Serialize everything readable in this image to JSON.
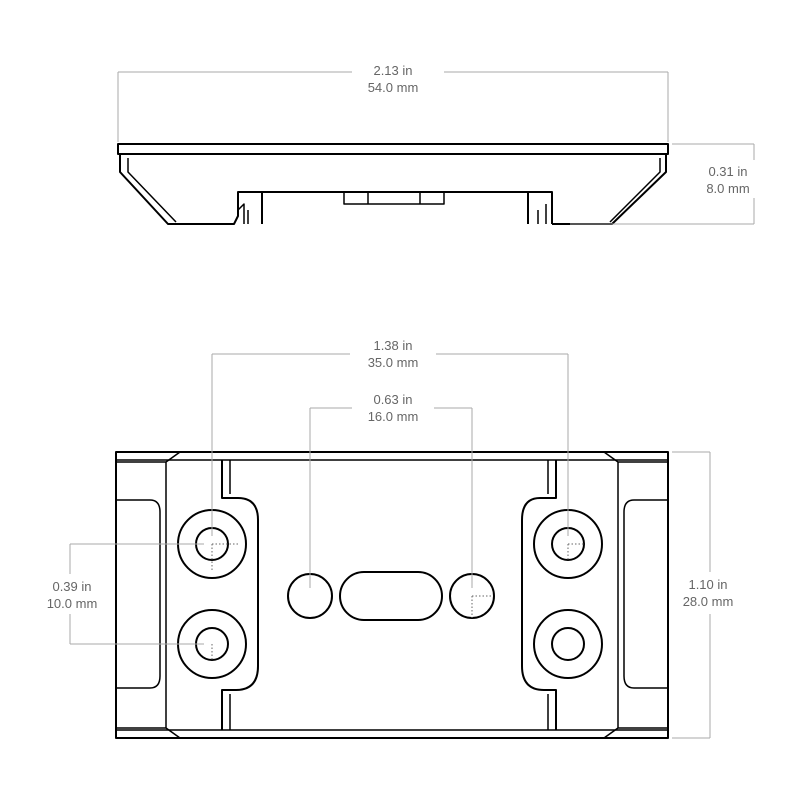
{
  "dimensions": {
    "overall_width": {
      "in": "2.13 in",
      "mm": "54.0 mm"
    },
    "thickness": {
      "in": "0.31 in",
      "mm": "8.0 mm"
    },
    "outer_hole_spacing": {
      "in": "1.38 in",
      "mm": "35.0 mm"
    },
    "inner_hole_spacing": {
      "in": "0.63 in",
      "mm": "16.0 mm"
    },
    "vertical_hole_spacing": {
      "in": "0.39 in",
      "mm": "10.0 mm"
    },
    "overall_height": {
      "in": "1.10 in",
      "mm": "28.0 mm"
    }
  }
}
